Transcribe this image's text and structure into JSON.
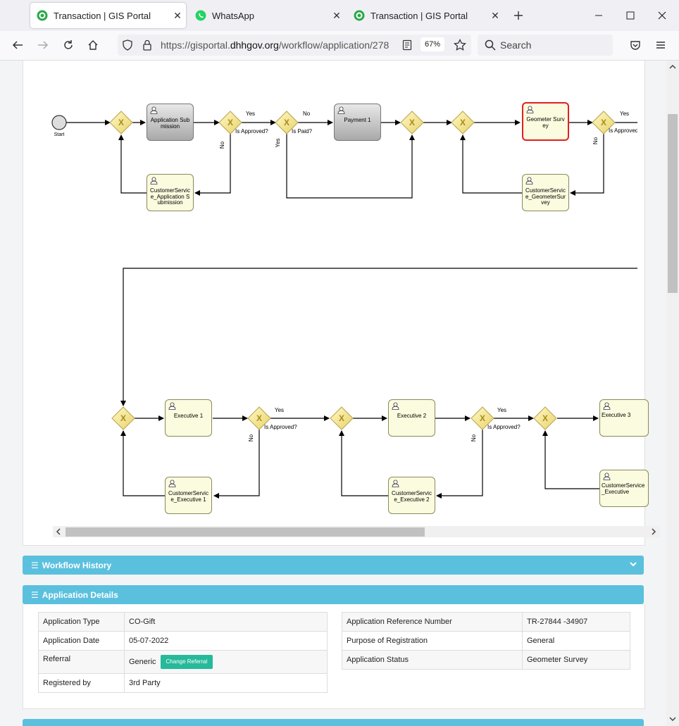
{
  "tabs": [
    {
      "title": "Transaction | GIS Portal",
      "active": true
    },
    {
      "title": "WhatsApp",
      "active": false
    },
    {
      "title": "Transaction | GIS Portal",
      "active": false
    }
  ],
  "nav": {
    "url_prefix": "https://gisportal.",
    "url_domain": "dhhgov.org",
    "url_path": "/workflow/application/278",
    "zoom": "67%",
    "search_placeholder": "Search"
  },
  "workflow": {
    "start_label": "Start",
    "tasks": {
      "app_submission": "Application Submission",
      "payment1": "Payment 1",
      "geometer_survey": "Geometer Survey",
      "cs_app_submission": "CustomerService_Application Submission",
      "cs_geometer_survey": "CustomerService_GeometerSurvey",
      "executive1": "Executive 1",
      "executive2": "Executive 2",
      "executive3": "Executive 3",
      "cs_executive1": "CustomerService_Executive 1",
      "cs_executive2": "CustomerService_Executive 2",
      "cs_executive3": "CustomerService_Executive"
    },
    "gateway_labels": {
      "is_approved": "Is Approved?",
      "is_paid": "Is Paid?",
      "yes": "Yes",
      "no": "No"
    }
  },
  "panels": {
    "workflow_history": "Workflow History",
    "application_details": "Application Details"
  },
  "application_details": {
    "left": [
      {
        "label": "Application Type",
        "value": "CO-Gift"
      },
      {
        "label": "Application Date",
        "value": "05-07-2022"
      },
      {
        "label": "Referral",
        "value": "Generic",
        "button": "Change Referral"
      },
      {
        "label": "Registered by",
        "value": "3rd Party"
      }
    ],
    "right": [
      {
        "label": "Application Reference Number",
        "value": "TR-27844 -34907"
      },
      {
        "label": "Purpose of Registration",
        "value": "General"
      },
      {
        "label": "Application Status",
        "value": "Geometer Survey"
      }
    ]
  },
  "colors": {
    "panel": "#5bc0de",
    "referral_button": "#26b99a",
    "active_task_border": "#e02020",
    "task_fill": "#fbfbdf",
    "done_task_fill": "#c8c8c8"
  }
}
